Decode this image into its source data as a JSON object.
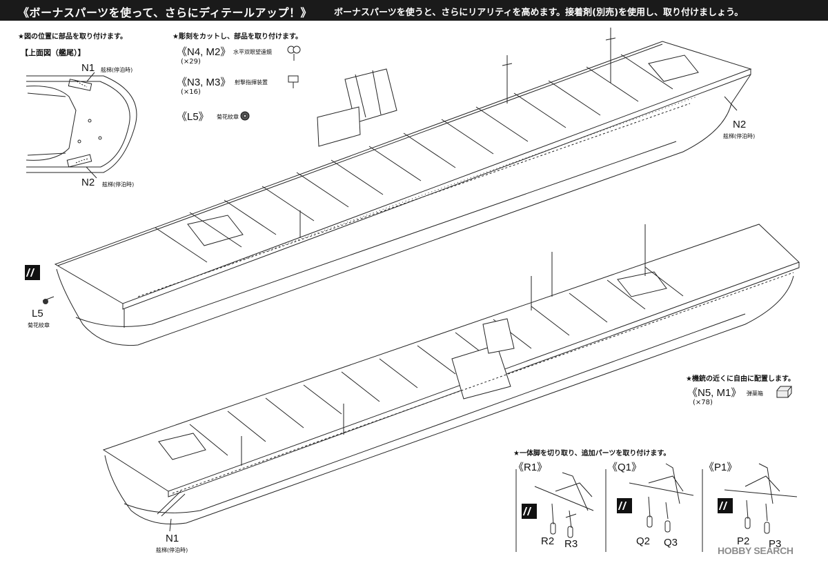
{
  "header": {
    "title": "《ボーナスパーツを使って、さらにディテールアップ！》",
    "subtitle": "ボーナスパーツを使うと、さらにリアリティを高めます。接着剤(別売)を使用し、取り付けましょう。"
  },
  "stern_section": {
    "instruction": "★図の位置に部品を取り付けます。",
    "view_title": "【上面図（艦尾）】",
    "n1_label": "N1",
    "n1_desc": "舷梯(停泊時)",
    "n2_label": "N2",
    "n2_desc": "舷梯(停泊時)"
  },
  "engrave_section": {
    "instruction": "★彫刻をカットし、部品を取り付けます。",
    "parts": [
      {
        "code": "《N4, M2》",
        "name": "水平双眼望遠鏡",
        "qty": "(×29)"
      },
      {
        "code": "《N3, M3》",
        "name": "射撃指揮装置",
        "qty": "(×16)"
      },
      {
        "code": "《L5》",
        "name": "菊花紋章",
        "qty": ""
      }
    ]
  },
  "ship_labels": {
    "n2_label": "N2",
    "n2_desc": "舷梯(停泊時)",
    "l5_label": "L5",
    "l5_desc": "菊花紋章",
    "n1_label": "N1",
    "n1_desc": "舷梯(停泊時)"
  },
  "ammo_section": {
    "instruction": "★機銃の近くに自由に配置します。",
    "code": "《N5, M1》",
    "name": "弾薬箱",
    "qty": "(×78)"
  },
  "aircraft_section": {
    "instruction": "★一体脚を切り取り、追加パーツを取り付けます。",
    "groups": [
      {
        "code": "《R1》",
        "parts": [
          "R2",
          "R3"
        ]
      },
      {
        "code": "《Q1》",
        "parts": [
          "Q2",
          "Q3"
        ]
      },
      {
        "code": "《P1》",
        "parts": [
          "P2",
          "P3"
        ]
      }
    ]
  },
  "watermark": "HOBBY SEARCH",
  "icons": [
    "marking-badge-icon",
    "binocular-part-icon",
    "director-part-icon",
    "crest-part-icon",
    "ammo-box-icon"
  ]
}
